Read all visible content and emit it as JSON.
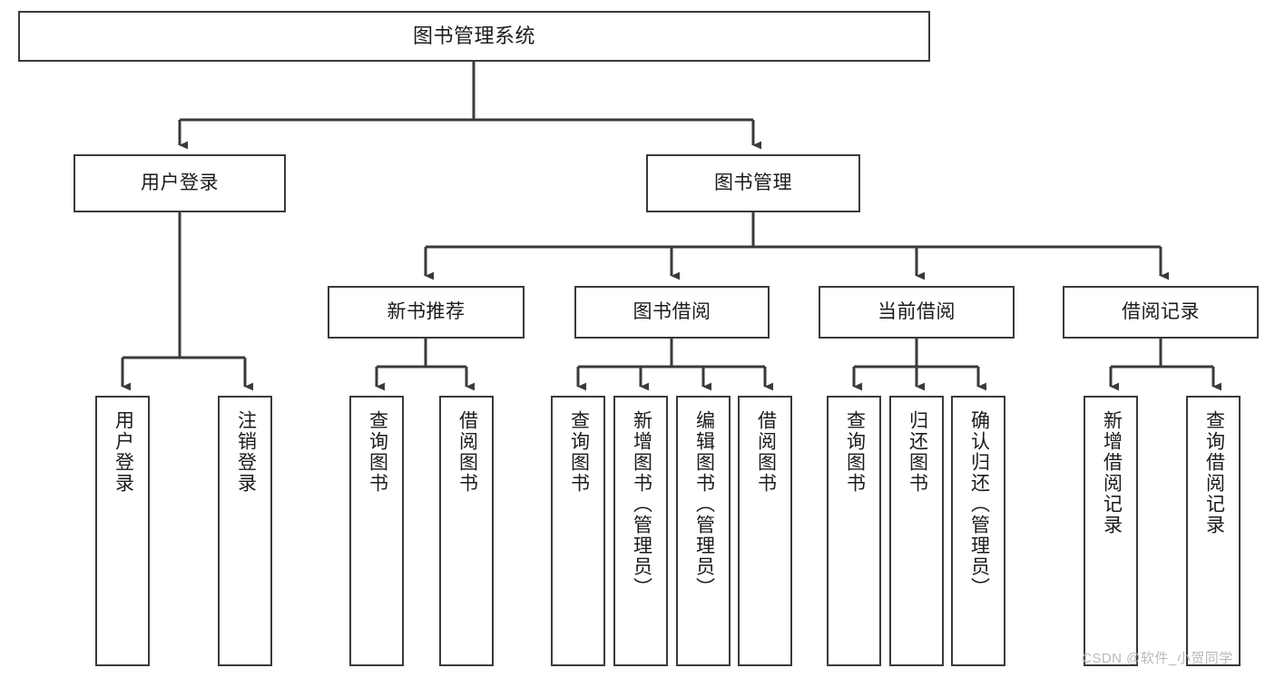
{
  "diagram": {
    "title": "图书管理系统",
    "type": "tree-hierarchy",
    "root": {
      "label": "图书管理系统"
    },
    "level2": [
      {
        "label": "用户登录"
      },
      {
        "label": "图书管理"
      }
    ],
    "level3": [
      {
        "label": "新书推荐"
      },
      {
        "label": "图书借阅"
      },
      {
        "label": "当前借阅"
      },
      {
        "label": "借阅记录"
      }
    ],
    "leaves": {
      "user_login": [
        {
          "label": "用户登录"
        },
        {
          "label": "注销登录"
        }
      ],
      "new_book_recommend": [
        {
          "label": "查询图书"
        },
        {
          "label": "借阅图书"
        }
      ],
      "book_borrow": [
        {
          "label": "查询图书"
        },
        {
          "label": "新增图书（管理员）"
        },
        {
          "label": "编辑图书（管理员）"
        },
        {
          "label": "借阅图书"
        }
      ],
      "current_borrow": [
        {
          "label": "查询图书"
        },
        {
          "label": "归还图书"
        },
        {
          "label": "确认归还（管理员）"
        }
      ],
      "borrow_record": [
        {
          "label": "新增借阅记录"
        },
        {
          "label": "查询借阅记录"
        }
      ]
    }
  },
  "watermark": {
    "text": "CSDN @软件_小贺同学"
  },
  "colors": {
    "background": "#ffffff",
    "box_border": "#3a3a3a",
    "box_fill": "#ffffff",
    "text": "#1b1b1b",
    "connector": "#3a3a3a",
    "watermark": "#b9b9b9"
  }
}
